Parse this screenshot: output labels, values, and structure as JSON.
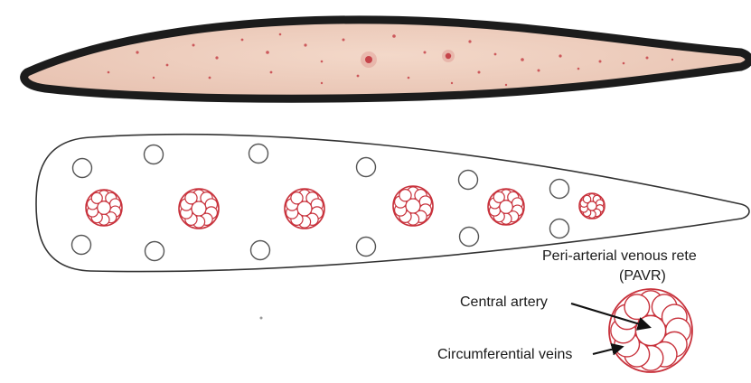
{
  "colors": {
    "tissue_fill": "#eccfc0",
    "tissue_outline": "#1c1c1c",
    "spot": "#c0303a",
    "vessel_red": "#c8323c",
    "vein_gray": "#555555"
  },
  "specimen_photo": {
    "icon": "tissue-cross-section-photo"
  },
  "schematic": {
    "icon": "tapered-fin-outline"
  },
  "labels": {
    "pavr_line1": "Peri-arterial venous rete",
    "pavr_line2": "(PAVR)",
    "central_artery": "Central artery",
    "circumferential_veins": "Circumferential veins"
  }
}
